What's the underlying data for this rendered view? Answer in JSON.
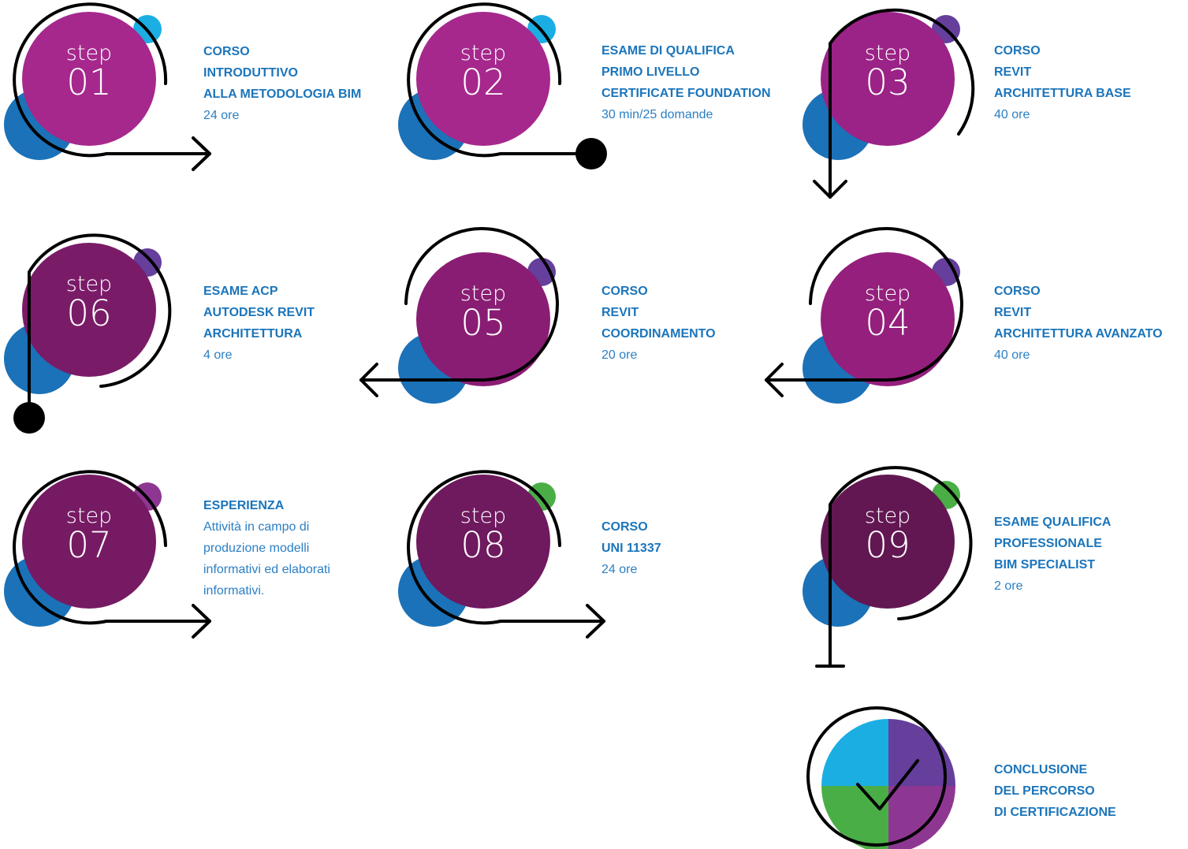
{
  "colors": {
    "blue": "#1b72b8",
    "cyan": "#1aaee3",
    "purple_small": "#653f9b",
    "violet_small": "#8e3792",
    "green_small": "#4aae47",
    "magenta_1": "#a6288d",
    "magenta_2": "#a6288d",
    "magenta_3": "#9b2286",
    "magenta_4": "#951f7c",
    "magenta_5": "#891d73",
    "magenta_6": "#7a1b68",
    "magenta_7": "#761a63",
    "magenta_8": "#6f195e",
    "magenta_9": "#621752",
    "text_blue": "#1b75bb",
    "line": "#000000"
  },
  "step_word": "step",
  "steps": [
    {
      "num": "01",
      "lines": [
        "CORSO",
        "INTRODUTTIVO",
        "ALLA METODOLOGIA BIM"
      ],
      "detail": "24 ore"
    },
    {
      "num": "02",
      "lines": [
        "ESAME DI QUALIFICA",
        "PRIMO LIVELLO",
        "CERTIFICATE FOUNDATION"
      ],
      "detail": "30 min/25 domande"
    },
    {
      "num": "03",
      "lines": [
        "CORSO",
        "REVIT",
        "ARCHITETTURA BASE"
      ],
      "detail": "40 ore"
    },
    {
      "num": "04",
      "lines": [
        "CORSO",
        "REVIT",
        "ARCHITETTURA AVANZATO"
      ],
      "detail": "40 ore"
    },
    {
      "num": "05",
      "lines": [
        "CORSO",
        "REVIT",
        "COORDINAMENTO"
      ],
      "detail": "20 ore"
    },
    {
      "num": "06",
      "lines": [
        "ESAME ACP",
        "AUTODESK REVIT",
        "ARCHITETTURA"
      ],
      "detail": "4 ore"
    },
    {
      "num": "07",
      "lines": [
        "ESPERIENZA"
      ],
      "body": [
        "Attività in campo di",
        "produzione modelli",
        "informativi ed elaborati",
        "informativi."
      ]
    },
    {
      "num": "08",
      "lines": [
        "CORSO",
        "UNI 11337"
      ],
      "detail": "24 ore"
    },
    {
      "num": "09",
      "lines": [
        "ESAME QUALIFICA",
        "PROFESSIONALE",
        "BIM SPECIALIST"
      ],
      "detail": "2 ore"
    }
  ],
  "conclusion": {
    "lines": [
      "CONCLUSIONE",
      "DEL PERCORSO",
      "DI CERTIFICAZIONE"
    ],
    "icon": "checkmark-icon"
  }
}
